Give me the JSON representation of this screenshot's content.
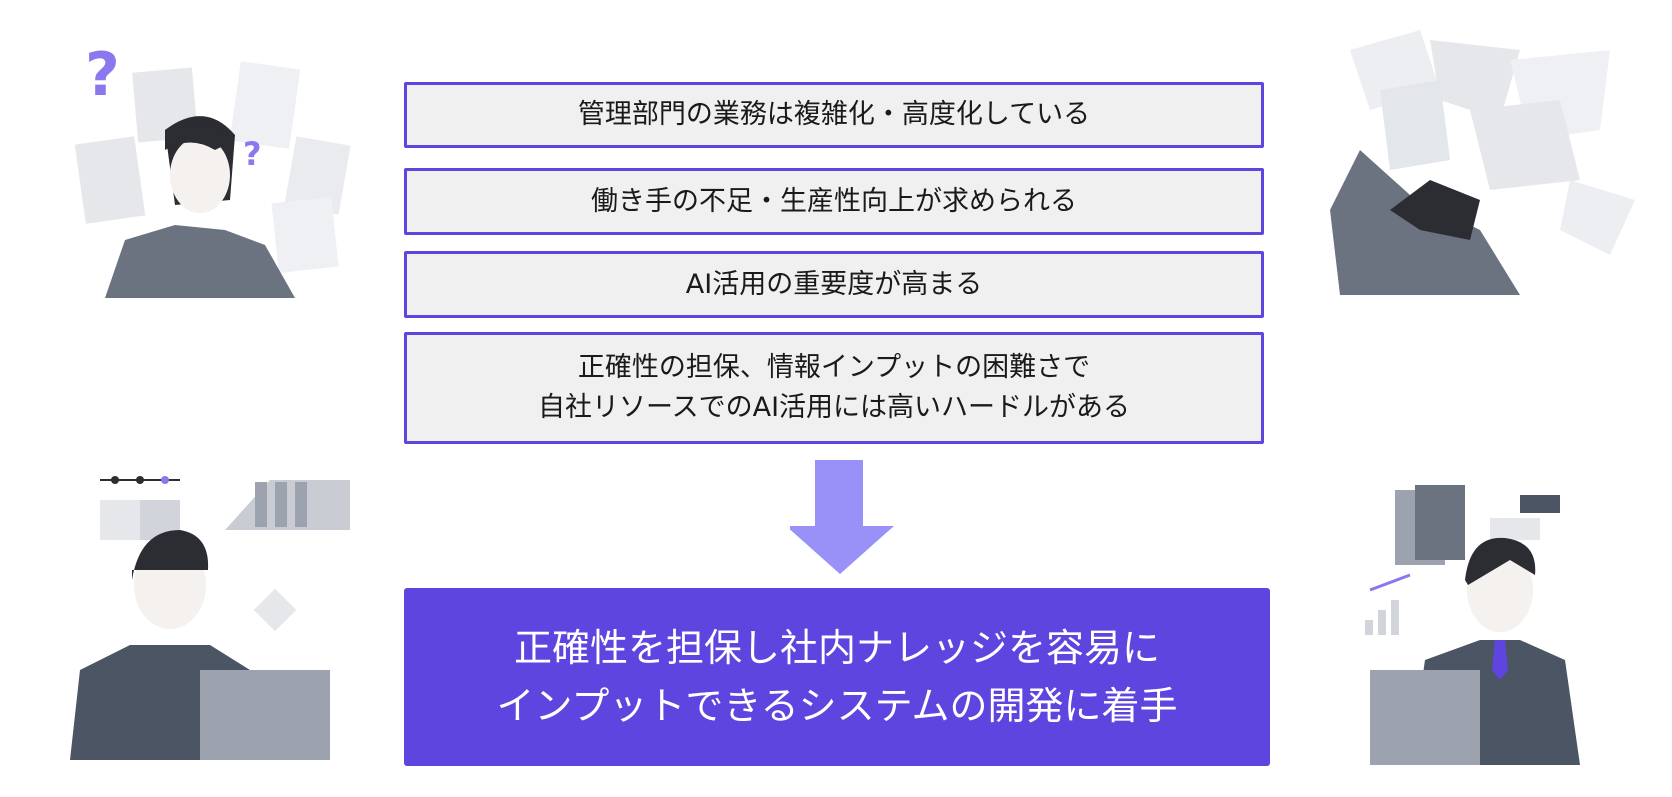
{
  "issues": [
    {
      "text": "管理部門の業務は複雑化・高度化している"
    },
    {
      "text": "働き手の不足・生産性向上が求められる"
    },
    {
      "text": "AI活用の重要度が高まる"
    },
    {
      "lines": [
        "正確性の担保、情報インプットの困難さで",
        "自社リソースでのAI活用には高いハードルがある"
      ]
    }
  ],
  "result": {
    "lines": [
      "正確性を担保し社内ナレッジを容易に",
      "インプットできるシステムの開発に着手"
    ]
  },
  "colors": {
    "accent": "#5e45e0",
    "arrow": "#9990f8",
    "box_fill": "#f0f0f0",
    "figure": "#6b7280"
  }
}
